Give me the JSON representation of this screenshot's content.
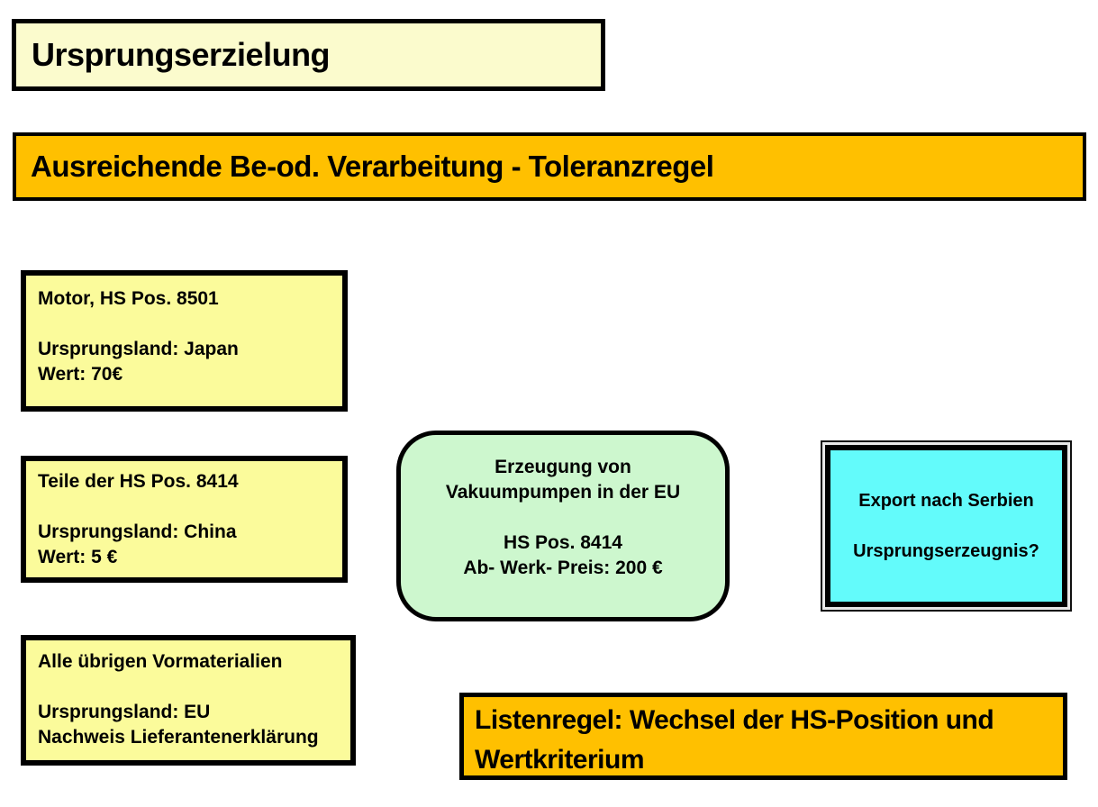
{
  "colors": {
    "pale_yellow": "#fbfbcd",
    "yellow": "#fbfb9b",
    "orange": "#ffc000",
    "green": "#cdf7ce",
    "cyan": "#63fbfb",
    "border": "#000000"
  },
  "title_box": {
    "text": "Ursprungserzielung"
  },
  "banner_top": {
    "text": "Ausreichende Be-od. Verarbeitung - Toleranzregel"
  },
  "material_boxes": [
    {
      "lines": [
        "Motor, HS Pos. 8501",
        "",
        "Ursprungsland: Japan",
        "Wert: 70€"
      ]
    },
    {
      "lines": [
        "Teile der HS Pos. 8414",
        "",
        "Ursprungsland: China",
        "Wert: 5 €"
      ]
    },
    {
      "lines": [
        "Alle übrigen Vormaterialien",
        "",
        "Ursprungsland: EU",
        "Nachweis Lieferantenerklärung"
      ]
    }
  ],
  "process_box": {
    "lines": [
      "Erzeugung von",
      "Vakuumpumpen in der EU",
      "",
      "HS Pos. 8414",
      "Ab- Werk- Preis: 200 €"
    ]
  },
  "export_box": {
    "lines": [
      "Export nach Serbien",
      "",
      "Ursprungserzeugnis?"
    ]
  },
  "banner_bottom": {
    "text": "Listenregel: Wechsel der HS-Position und Wertkriterium"
  }
}
